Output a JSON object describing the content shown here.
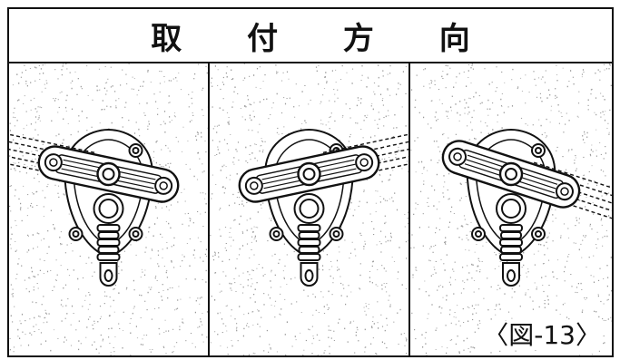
{
  "title": "取 付 方 向",
  "figure_label": "〈図-13〉",
  "colors": {
    "line": "#111111",
    "paper": "#ffffff",
    "stipple": "#9a9a9a"
  },
  "panels": [
    {
      "name": "mount-angle-left",
      "arm_angle_deg": 12
    },
    {
      "name": "mount-angle-center",
      "arm_angle_deg": -12
    },
    {
      "name": "mount-angle-right",
      "arm_angle_deg": 18
    }
  ]
}
